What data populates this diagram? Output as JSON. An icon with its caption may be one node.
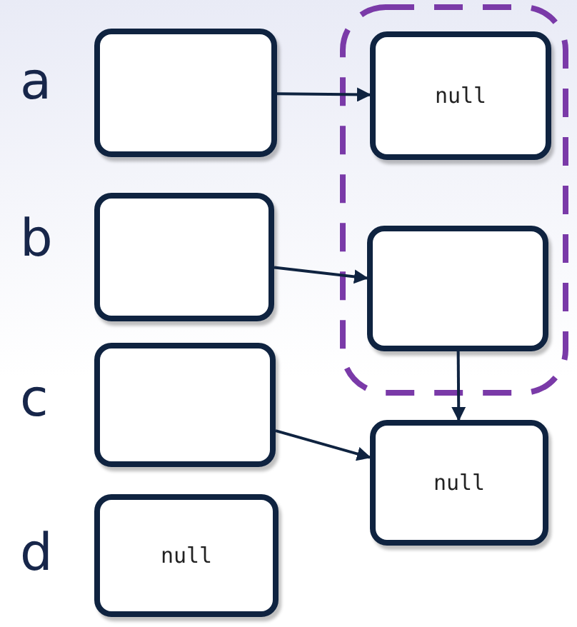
{
  "diagram": {
    "nodes": [
      {
        "text": [],
        "shape": "box"
      },
      {
        "text": [],
        "shape": "box",
        "beside": [
          "a"
        ]
      },
      {
        "text": [
          "null"
        ],
        "in": 0
      },
      {
        "text": [],
        "shape": "box",
        "beside": [
          "b"
        ]
      },
      {
        "text": [],
        "shape": "box",
        "in": 0
      },
      {
        "text": [],
        "shape": "box",
        "beside": [
          "c"
        ]
      },
      {
        "text": [
          "null"
        ]
      },
      {
        "text": [
          "null"
        ],
        "beside": [
          "d"
        ]
      }
    ],
    "edges": [
      {
        "from": 1,
        "to": 2,
        "arrow": "to"
      },
      {
        "from": 3,
        "to": 4,
        "arrow": "to"
      },
      {
        "from": 5,
        "to": 6,
        "arrow": "to"
      },
      {
        "from": 4,
        "to": 6,
        "arrow": "to"
      }
    ]
  }
}
